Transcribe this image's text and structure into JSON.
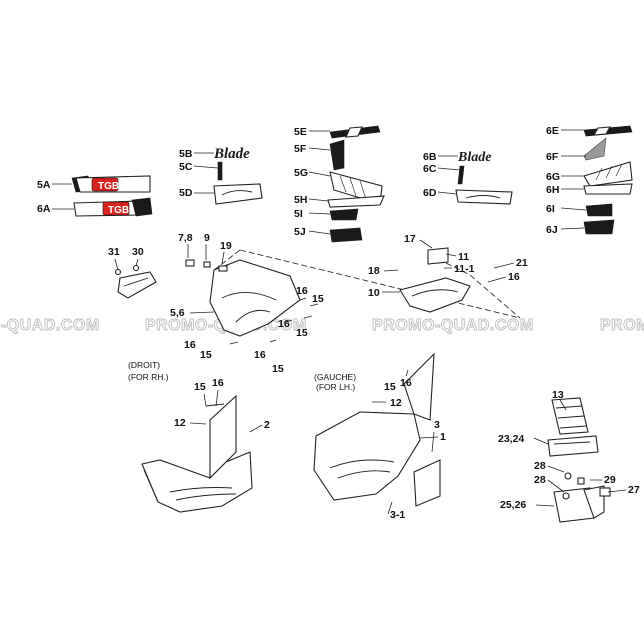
{
  "watermark": "PROMO-QUAD.COM",
  "sides": {
    "right_fr": "(DROIT)",
    "right_en": "(FOR RH.)",
    "left_fr": "(GAUCHE)",
    "left_en": "(FOR LH.)"
  },
  "decal_text": {
    "tgb": "TGB",
    "blade": "Blade"
  },
  "callouts": {
    "c5A": "5A",
    "c6A": "6A",
    "c5B": "5B",
    "c5C": "5C",
    "c5D": "5D",
    "c5E": "5E",
    "c5F": "5F",
    "c5G": "5G",
    "c5H": "5H",
    "c5I": "5I",
    "c5J": "5J",
    "c6B": "6B",
    "c6C": "6C",
    "c6D": "6D",
    "c6E": "6E",
    "c6F": "6F",
    "c6G": "6G",
    "c6H": "6H",
    "c6I": "6I",
    "c6J": "6J",
    "c31": "31",
    "c30": "30",
    "c78": "7,8",
    "c9": "9",
    "c19": "19",
    "c56": "5,6",
    "c16a": "16",
    "c15a": "15",
    "c16b": "16",
    "c15b": "15",
    "c16c": "16",
    "c15c": "15",
    "c16d": "16",
    "c15d": "15",
    "c17": "17",
    "c11": "11",
    "c18": "18",
    "c11_1": "11-1",
    "c21": "21",
    "c16e": "16",
    "c10": "10",
    "c15e": "15",
    "c16f": "16",
    "c12a": "12",
    "c2": "2",
    "c15f": "15",
    "c16g": "16",
    "c12b": "12",
    "c1": "1",
    "c3": "3",
    "c3_1": "3-1",
    "c13": "13",
    "c2324": "23,24",
    "c28a": "28",
    "c28b": "28",
    "c29": "29",
    "c27": "27",
    "c2526": "25,26"
  },
  "colors": {
    "decal_red": "#d8231f",
    "ink": "#1a1a1a",
    "watermark_stroke": "#bdbdbd"
  }
}
